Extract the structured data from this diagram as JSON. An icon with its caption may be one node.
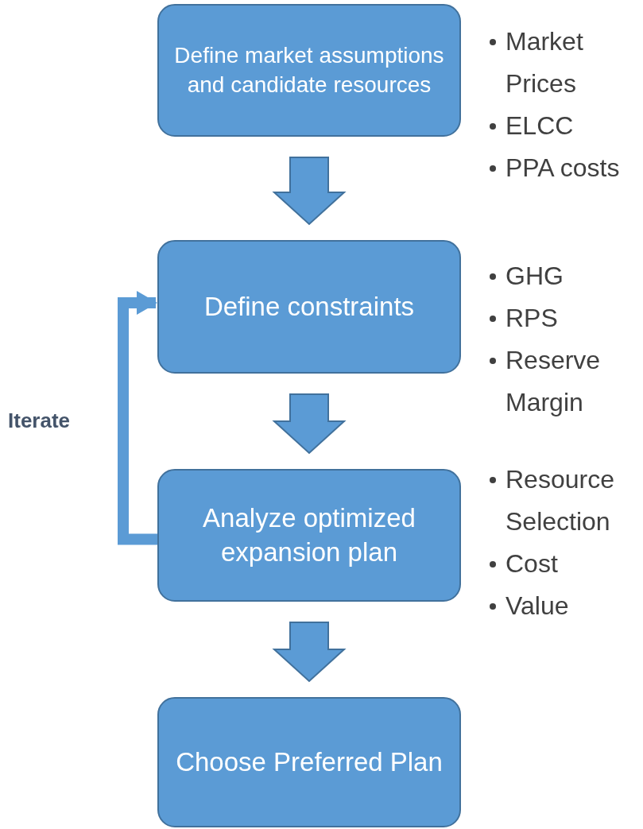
{
  "diagram": {
    "nodes": [
      {
        "text": [
          "Define market assumptions and candidate resources"
        ],
        "beside": [
          "Market Prices",
          "ELCC",
          "PPA costs"
        ]
      },
      {
        "text": [
          "Define constraints"
        ],
        "beside": [
          "GHG",
          "RPS",
          "Reserve Margin"
        ]
      },
      {
        "text": [
          "Analyze optimized expansion plan"
        ],
        "beside": [
          "Resource Selection",
          "Cost",
          "Value"
        ]
      },
      {
        "text": [
          "Choose Preferred Plan"
        ]
      }
    ],
    "edges": [
      {
        "from": 0,
        "to": 1,
        "arrow": "to"
      },
      {
        "from": 1,
        "to": 2,
        "arrow": "to"
      },
      {
        "from": 2,
        "to": 3,
        "arrow": "to"
      },
      {
        "from": 2,
        "to": 1,
        "arrow": "to",
        "label": "Iterate"
      }
    ]
  }
}
